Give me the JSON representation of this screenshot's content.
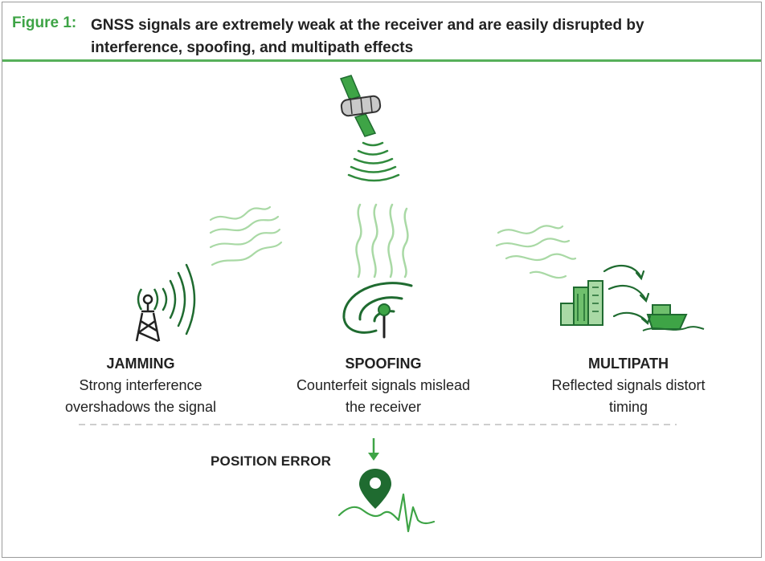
{
  "figure": {
    "label": "Figure 1:",
    "title": "GNSS signals are extremely weak at the receiver and are easily disrupted by interference, spoofing, and multipath effects"
  },
  "threats": [
    {
      "heading": "JAMMING",
      "line1": "Strong interference",
      "line2": "overshadows the signal",
      "icon": "radio-tower-icon"
    },
    {
      "heading": "SPOOFING",
      "line1": "Counterfeit signals mislead",
      "line2": "the receiver",
      "icon": "satellite-dish-icon"
    },
    {
      "heading": "MULTIPATH",
      "line1": "Reflected signals distort",
      "line2": "timing",
      "icon": "city-and-ship-icon"
    }
  ],
  "result": {
    "label": "POSITION ERROR",
    "icon": "location-pin-icon"
  },
  "colors": {
    "accent": "#3ea446",
    "dark_green": "#1f6b30",
    "light_green": "#a9d9a5",
    "mid_green": "#6fbf6d"
  }
}
